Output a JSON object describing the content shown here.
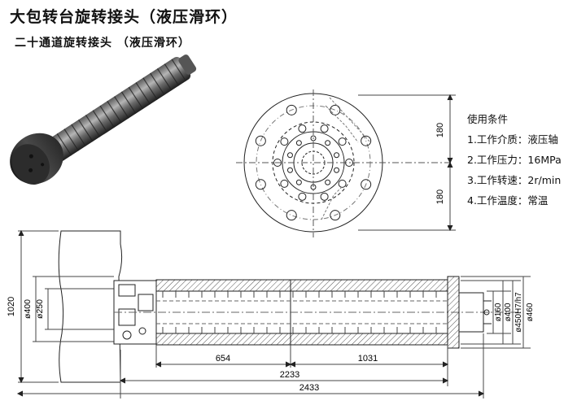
{
  "header": {
    "title": "大包转台旋转接头（液压滑环）",
    "subtitle": "二十通道旋转接头 （液压滑环）"
  },
  "conditions": {
    "heading": "使用条件",
    "items": [
      "1.工作介质：液压轴",
      "2.工作压力：16MPa",
      "3.工作转速：2r/min",
      "4.工作温度：常温"
    ]
  },
  "top_view": {
    "dim_upper": "180",
    "dim_lower": "180"
  },
  "side_view": {
    "dim_height": "1020",
    "dim_d400_left": "ø400",
    "dim_d250": "ø250",
    "dim_654": "654",
    "dim_1031": "1031",
    "dim_2233": "2233",
    "dim_2433": "2433",
    "dim_d160": "ø160",
    "dim_d400_right": "ø400",
    "dim_d450": "ø450H7/h7",
    "dim_d460": "ø460"
  },
  "colors": {
    "line": "#222222",
    "hatch": "#555555",
    "photo_dark": "#2a2a2a",
    "photo_light": "#9a9a9a"
  }
}
